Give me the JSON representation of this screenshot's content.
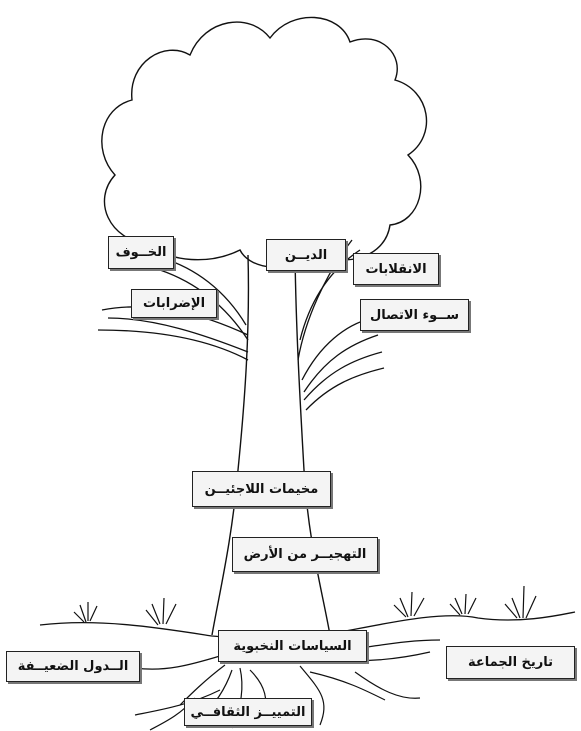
{
  "diagram": {
    "type": "problem-tree",
    "labels": {
      "fear": "الخــوف",
      "religion": "الديــن",
      "coups": "الانقلابات",
      "strikes": "الإضرابات",
      "poor_communication": "ســوء الاتصال",
      "refugee_camps": "مخيمات اللاجئيــن",
      "land_displacement": "التهجيــر من الأرض",
      "elite_policies": "السياسات النخبوية",
      "weak_states": "الــدول الضعيــفة",
      "group_history": "تاريخ الجماعة",
      "cultural_discrimination": "التمييــز الثقافــي"
    }
  }
}
